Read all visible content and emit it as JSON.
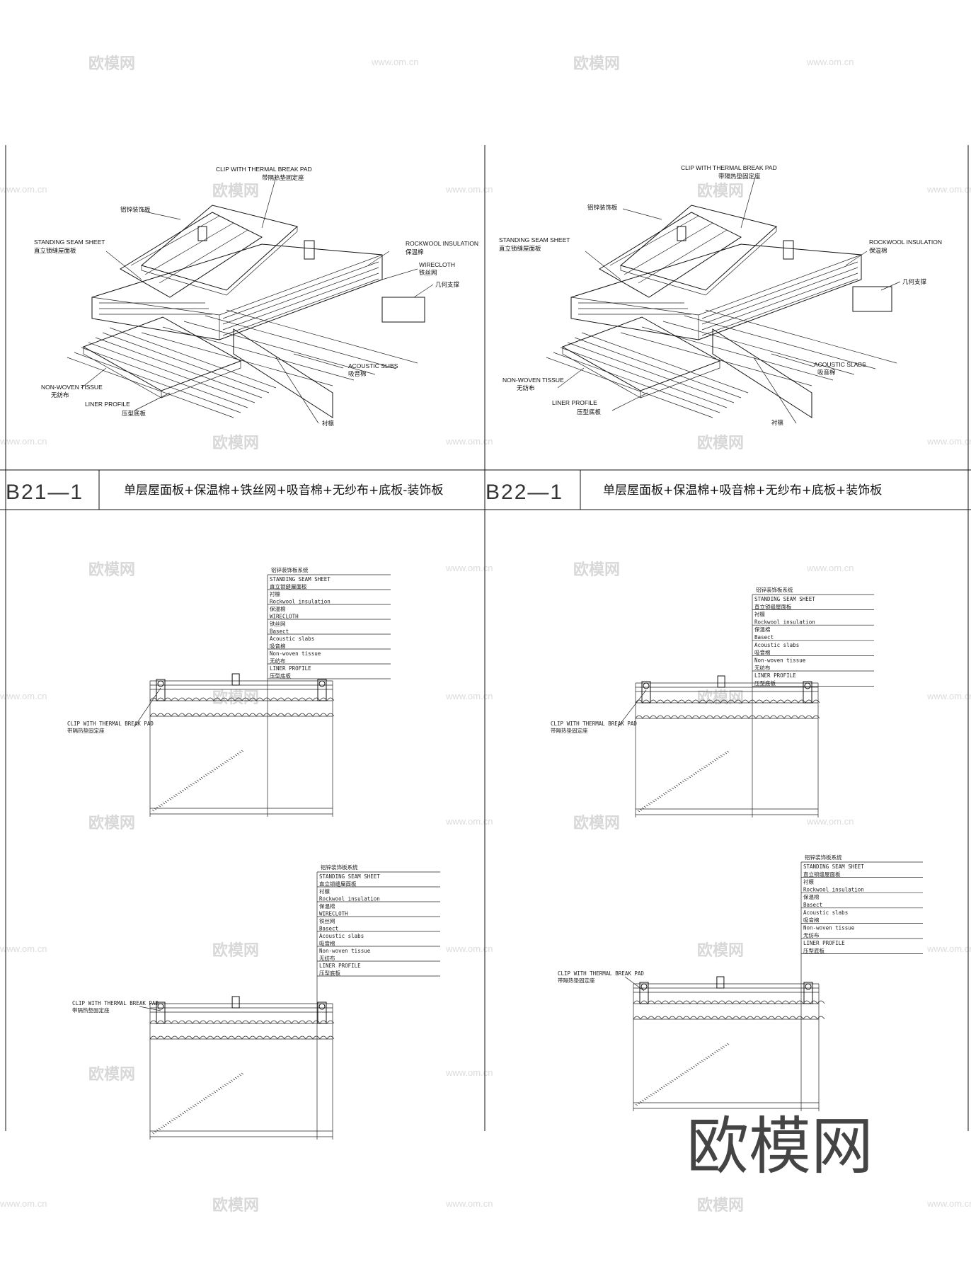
{
  "panels": [
    {
      "code": "B21—1",
      "title": "单层屋面板+保温棉+铁丝网+吸音棉+无纱布+底板-装饰板",
      "iso_labels": {
        "clip_en": "CLIP WITH THERMAL BREAK PAD",
        "clip_cn": "带隔热垫固定座",
        "deco_cn": "铝锌装饰板",
        "standing_en": "STANDING SEAM SHEET",
        "standing_cn": "直立锁缝屋面板",
        "rockwool_en": "ROCKWOOL INSULATION",
        "rockwool_cn": "保温棉",
        "wire_en": "WIRECLOTH",
        "wire_cn": "铁丝网",
        "support_cn": "几何支撑",
        "acoustic_en": "ACOUSTIC SLIBS",
        "acoustic_cn": "吸音棉",
        "nonwoven_en": "NON-WOVEN TISSUE",
        "nonwoven_cn": "无纺布",
        "liner_en": "LINER PROFILE",
        "liner_cn": "压型底板",
        "purlin_cn": "衬檩"
      },
      "section1": {
        "legend": [
          "铝锌装饰板系统",
          "STANDING SEAM SHEET",
          "直立锁缝屋面板",
          "衬檩",
          "Rockwool insulation",
          "保温棉",
          "WIRECLOTH",
          "铁丝网",
          "Basect",
          "Acoustic slabs",
          "吸音棉",
          "Non-woven tissue",
          "无纺布",
          "LINER PROFILE",
          "压型底板"
        ],
        "clip_en": "CLIP WITH THERMAL BREAK PAD",
        "clip_cn": "带隔热垫固定座"
      },
      "section2": {
        "legend": [
          "铝锌装饰板系统",
          "STANDING SEAM SHEET",
          "直立锁缝屋面板",
          "衬檩",
          "Rockwool insulation",
          "保温棉",
          "WIRECLOTH",
          "铁丝网",
          "Basect",
          "Acoustic slabs",
          "吸音棉",
          "Non-woven tissue",
          "无纺布",
          "LINER PROFILE",
          "压型底板"
        ],
        "clip_en": "CLIP WITH THERMAL BREAK PAD",
        "clip_cn": "带隔热垫固定座"
      }
    },
    {
      "code": "B22—1",
      "title": "单层屋面板+保温棉+吸音棉+无纱布+底板+装饰板",
      "iso_labels": {
        "clip_en": "CLIP WITH THERMAL BREAK PAD",
        "clip_cn": "带隔热垫固定座",
        "deco_cn": "铝锌装饰板",
        "standing_en": "STANDING SEAM SHEET",
        "standing_cn": "直立锁缝屋面板",
        "rockwool_en": "ROCKWOOL INSULATION",
        "rockwool_cn": "保温棉",
        "support_cn": "几何支撑",
        "acoustic_en": "ACOUSTIC SLABS",
        "acoustic_cn": "吸音棉",
        "nonwoven_en": "NON-WOVEN TISSUE",
        "nonwoven_cn": "无纺布",
        "liner_en": "LINER PROFILE",
        "liner_cn": "压型底板",
        "purlin_cn": "衬檩"
      },
      "section1": {
        "legend": [
          "铝锌装饰板系统",
          "STANDING SEAM SHEET",
          "直立锁缝屋面板",
          "衬檩",
          "Rockwool insulation",
          "保温棉",
          "Basect",
          "Acoustic slabs",
          "吸音棉",
          "Non-woven tissue",
          "无纺布",
          "LINER PROFILE",
          "压型底板"
        ],
        "clip_en": "CLIP WITH THERMAL BREAK PAD",
        "clip_cn": "带隔热垫固定座"
      },
      "section2": {
        "legend": [
          "铝锌装饰板系统",
          "STANDING SEAM SHEET",
          "直立锁缝屋面板",
          "衬檩",
          "Rockwool insulation",
          "保温棉",
          "Basect",
          "Acoustic slabs",
          "吸音棉",
          "Non-woven tissue",
          "无纺布",
          "LINER PROFILE",
          "压型底板"
        ],
        "clip_en": "CLIP WITH THERMAL BREAK PAD",
        "clip_cn": "带隔热垫固定座"
      }
    }
  ],
  "watermark": {
    "brand": "欧模网",
    "url": "www.om.cn"
  }
}
